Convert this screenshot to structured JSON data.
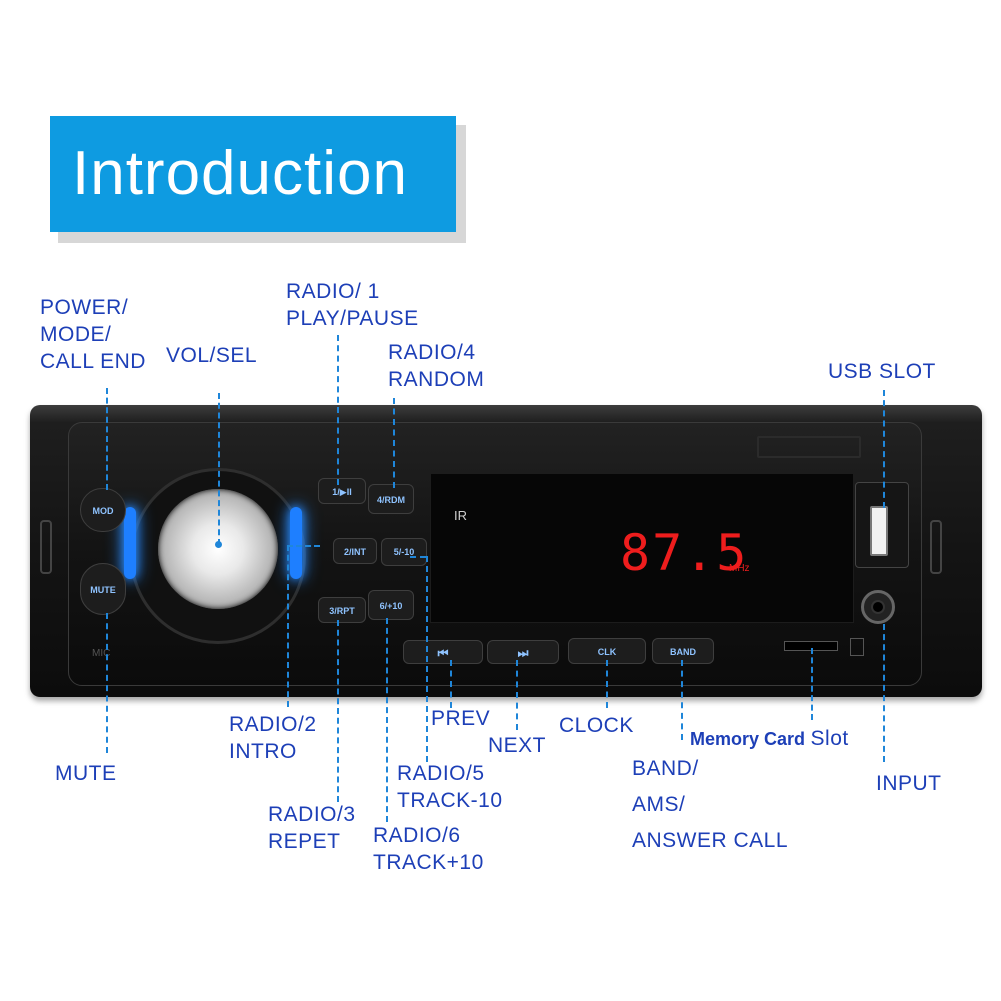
{
  "header": {
    "title": "Introduction"
  },
  "labels": {
    "power": [
      "POWER/",
      "MODE/",
      "CALL END"
    ],
    "vol_sel": "VOL/SEL",
    "radio1": [
      "RADIO/ 1",
      "PLAY/PAUSE"
    ],
    "radio4": [
      "RADIO/4",
      "RANDOM"
    ],
    "usb_slot": "USB SLOT",
    "mute": "MUTE",
    "radio2": [
      "RADIO/2",
      "INTRO"
    ],
    "radio3": [
      "RADIO/3",
      "REPET"
    ],
    "prev": "PREV",
    "next": "NEXT",
    "radio5": [
      "RADIO/5",
      "TRACK-10"
    ],
    "radio6": [
      "RADIO/6",
      "TRACK+10"
    ],
    "clock": "CLOCK",
    "memory_card": [
      "Memory Card",
      "Slot"
    ],
    "band": [
      "BAND/",
      "AMS/",
      "ANSWER CALL"
    ],
    "input": "INPUT"
  },
  "device": {
    "frequency": "87.5",
    "frequency_unit": "MHz",
    "ir_mark": "IR",
    "mic_label": "MIC",
    "buttons": {
      "mod": "MOD",
      "mute": "MUTE",
      "b1": "1/▶II",
      "b2": "2/INT",
      "b3": "3/RPT",
      "b4": "4/RDM",
      "b5": "5/-10",
      "b6": "6/+10",
      "prev": "⏮",
      "next": "⏭",
      "clk": "CLK",
      "band": "BAND"
    }
  },
  "colors": {
    "label": "#1d3fb7",
    "banner": "#0e9be1",
    "leader": "#1f86d9",
    "display_digits": "#ee1d1d",
    "button_backlight": "#1e7fff"
  }
}
